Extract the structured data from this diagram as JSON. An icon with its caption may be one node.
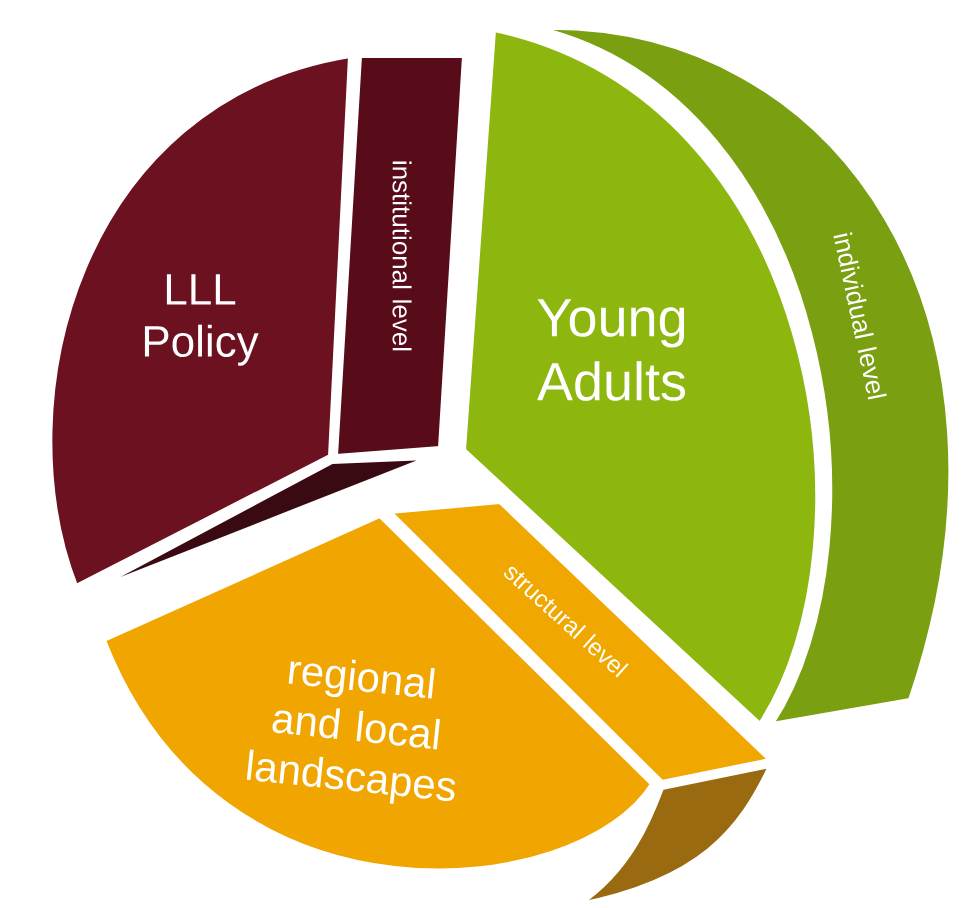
{
  "diagram": {
    "nodes": [
      {
        "text": [
          "LLL Policy"
        ]
      },
      {
        "text": [
          "institutional level"
        ]
      },
      {
        "text": [
          "Young Adults"
        ]
      },
      {
        "text": [
          "individual level"
        ]
      },
      {
        "text": [
          "regional and local landscapes"
        ]
      },
      {
        "text": [
          "structural level"
        ]
      }
    ]
  }
}
